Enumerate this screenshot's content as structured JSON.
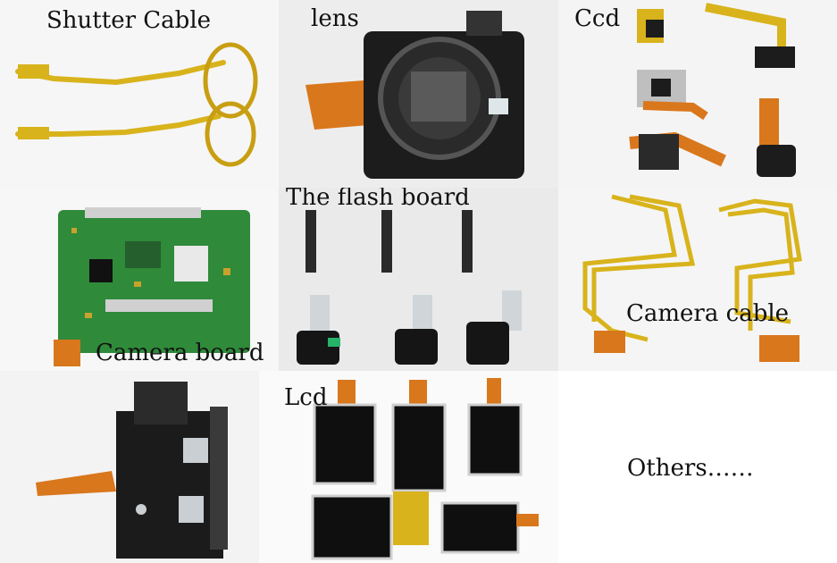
{
  "labels": {
    "shutter_cable": "Shutter Cable",
    "lens": "lens",
    "ccd": "Ccd",
    "flash_board": "The flash board",
    "camera_board": "Camera board",
    "camera_cable": "Camera cable",
    "lcd": "Lcd",
    "others": "Others……"
  },
  "colors": {
    "flex_yellow": "#d8b31c",
    "flex_orange": "#d9771c",
    "pcb_green": "#2f8a3a",
    "metal_dark": "#1c1c1c",
    "panel_bg": "#f1f1f1"
  }
}
